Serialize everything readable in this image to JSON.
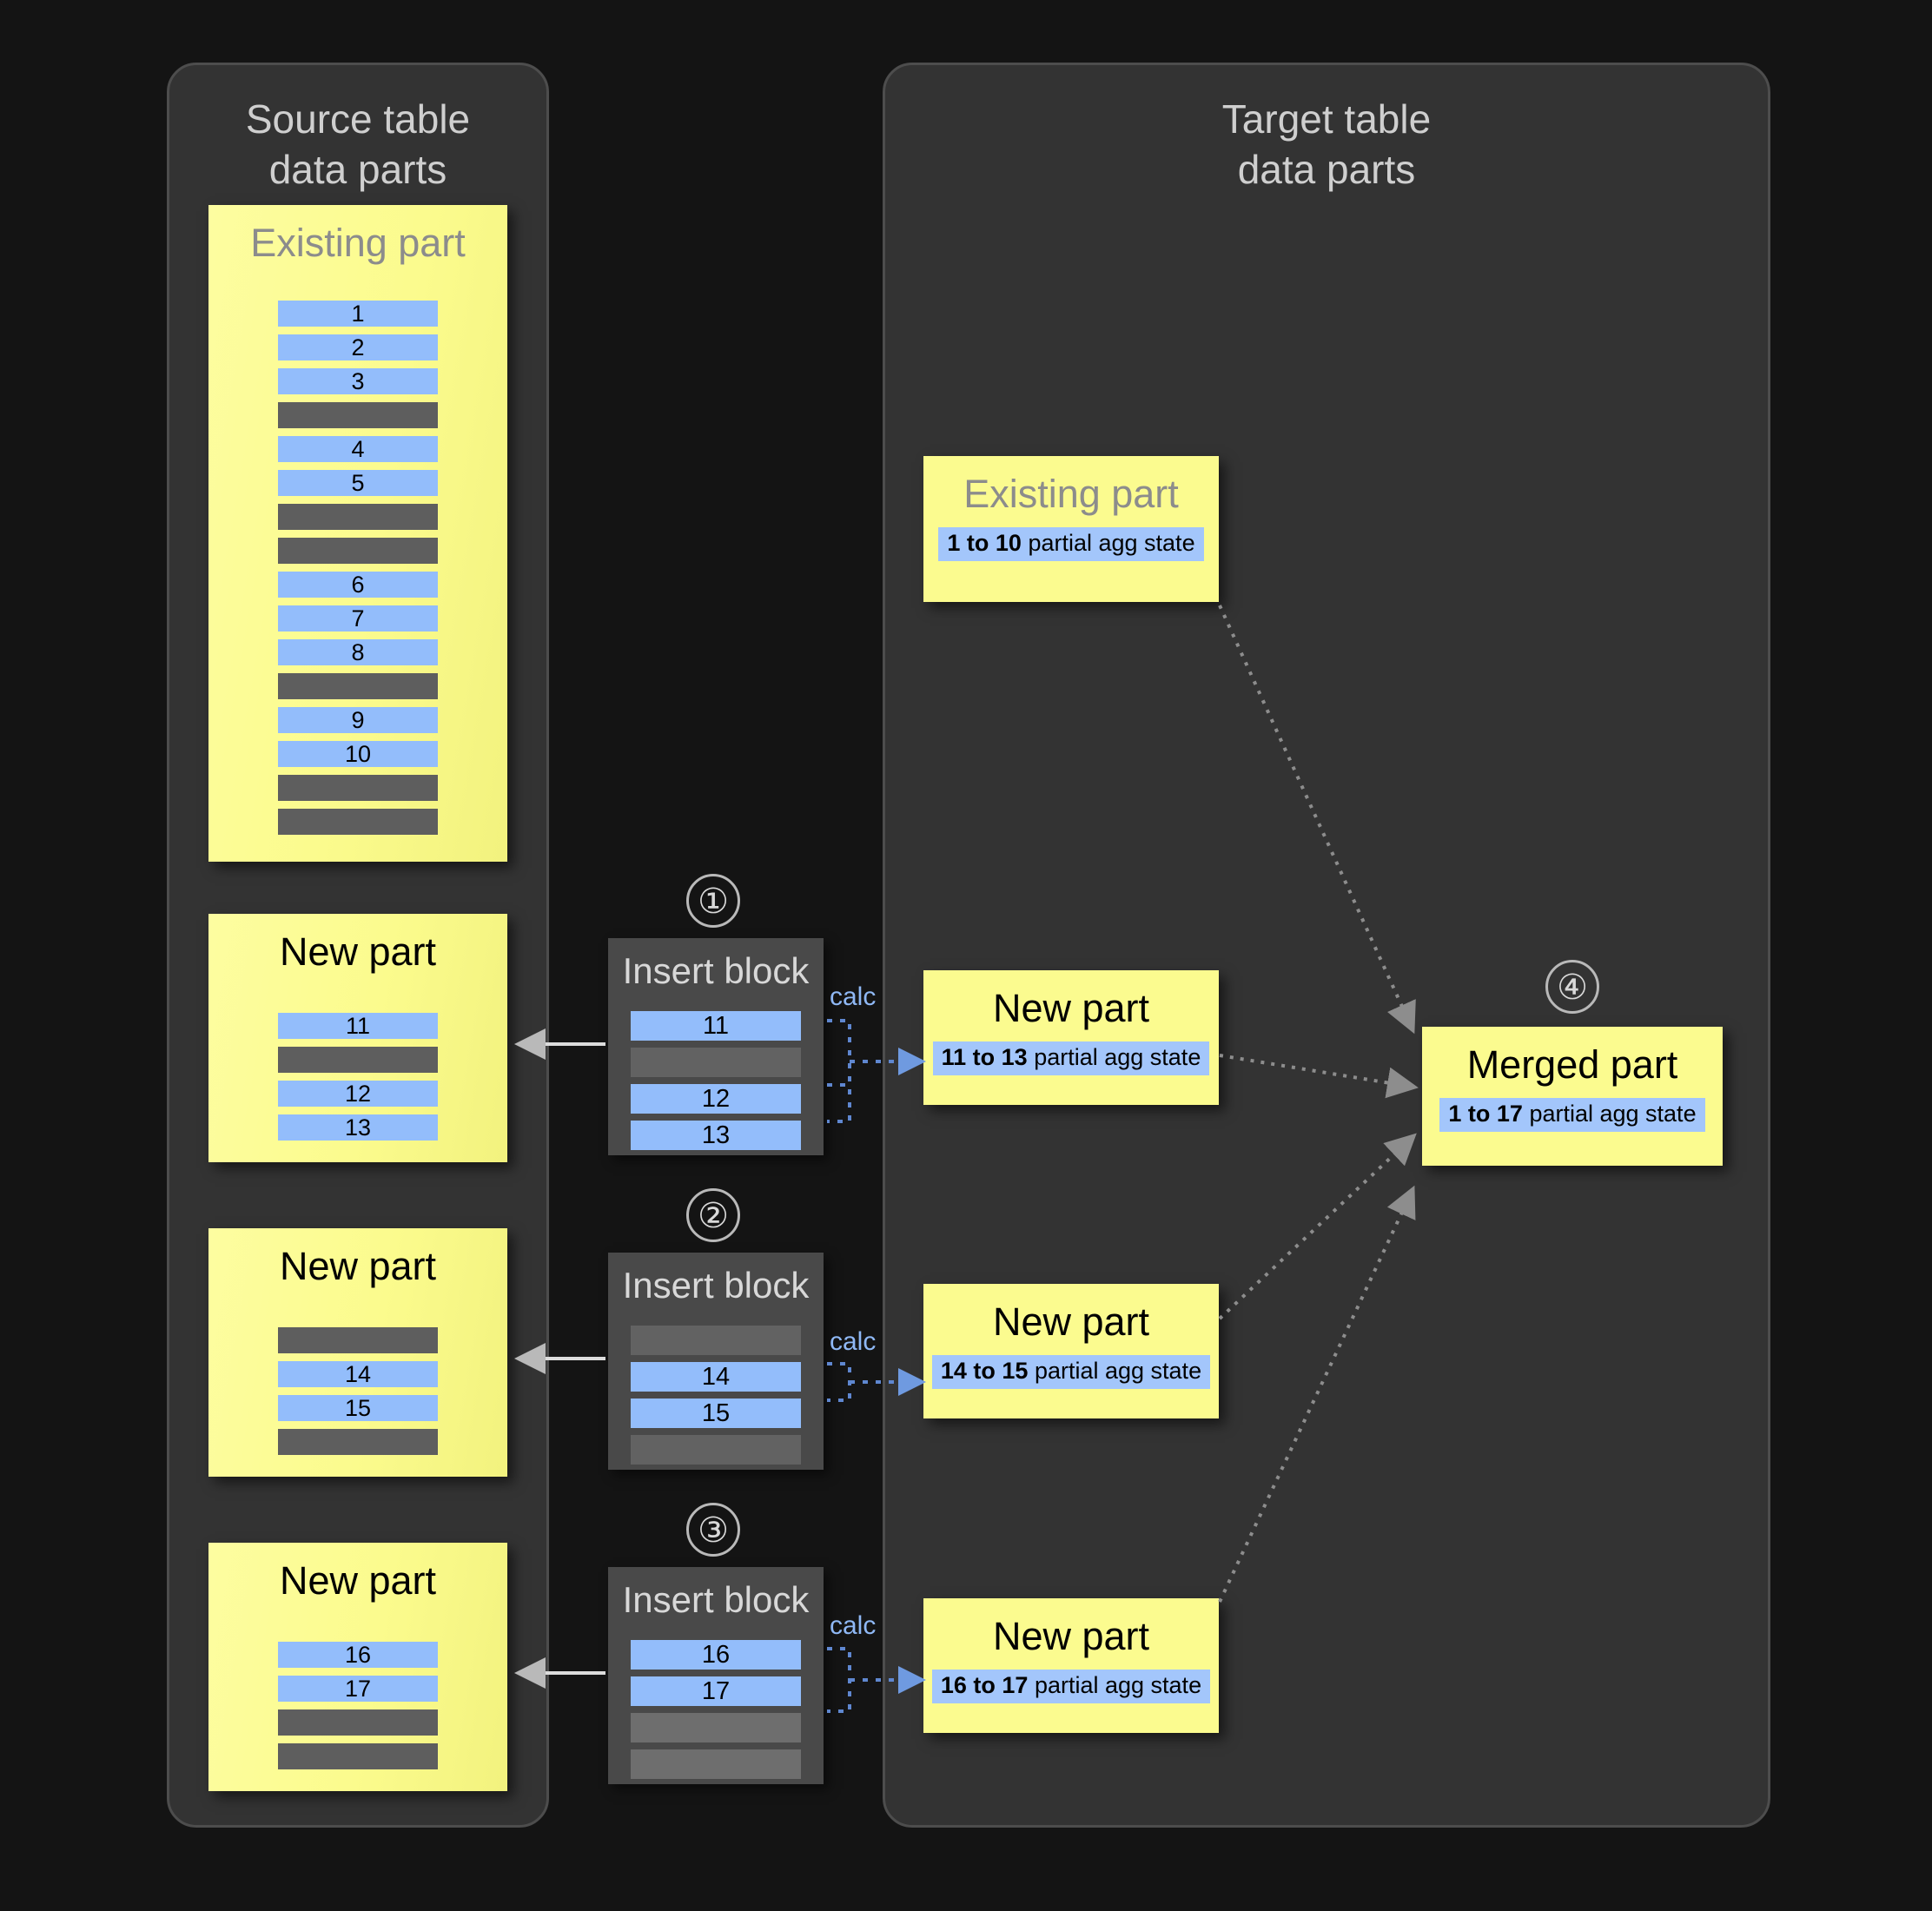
{
  "panels": {
    "source": {
      "title": "Source table\ndata parts"
    },
    "target": {
      "title": "Target table\ndata parts"
    }
  },
  "labels": {
    "existing_part": "Existing part",
    "new_part": "New part",
    "merged_part": "Merged part",
    "insert_block": "Insert block",
    "calc": "calc"
  },
  "steps": {
    "one": "①",
    "two": "②",
    "three": "③",
    "four": "④"
  },
  "source_parts": [
    {
      "title": "Existing part",
      "muted": true,
      "rows": [
        "1",
        "2",
        "3",
        "",
        "4",
        "5",
        "",
        "",
        "6",
        "7",
        "8",
        "",
        "9",
        "10",
        "",
        ""
      ]
    },
    {
      "title": "New part",
      "muted": false,
      "rows": [
        "11",
        "",
        "12",
        "13"
      ]
    },
    {
      "title": "New part",
      "muted": false,
      "rows": [
        "",
        "14",
        "15",
        ""
      ]
    },
    {
      "title": "New part",
      "muted": false,
      "rows": [
        "16",
        "17",
        "",
        ""
      ]
    }
  ],
  "insert_blocks": [
    {
      "step": "①",
      "title": "Insert block",
      "calc": "calc",
      "rows": [
        "11",
        "",
        "12",
        "13"
      ]
    },
    {
      "step": "②",
      "title": "Insert block",
      "calc": "calc",
      "rows": [
        "",
        "14",
        "15",
        ""
      ]
    },
    {
      "step": "③",
      "title": "Insert block",
      "calc": "calc",
      "rows": [
        "16",
        "17",
        "",
        ""
      ]
    }
  ],
  "target_parts": [
    {
      "title": "Existing part",
      "muted": true,
      "range": "1 to 10",
      "state": " partial agg state"
    },
    {
      "title": "New part",
      "muted": false,
      "range": "11 to 13",
      "state": " partial agg state"
    },
    {
      "title": "New part",
      "muted": false,
      "range": "14 to 15",
      "state": " partial agg state"
    },
    {
      "title": "New part",
      "muted": false,
      "range": "16 to 17",
      "state": " partial agg state"
    }
  ],
  "merged_part": {
    "step": "④",
    "title": "Merged part",
    "range": "1 to 17",
    "state": " partial agg state"
  },
  "colors": {
    "background": "#141414",
    "panel": "#333333",
    "panel_border": "#4d4d4d",
    "part_yellow": "#fbfb8f",
    "row_blue": "#93bdfb",
    "row_gap": "#5e5e5e",
    "insert_block": "#494949",
    "accent_blue": "#8fb8f5",
    "arrow_grey": "#9a9a9a",
    "muted_text": "#8c8c8c"
  }
}
